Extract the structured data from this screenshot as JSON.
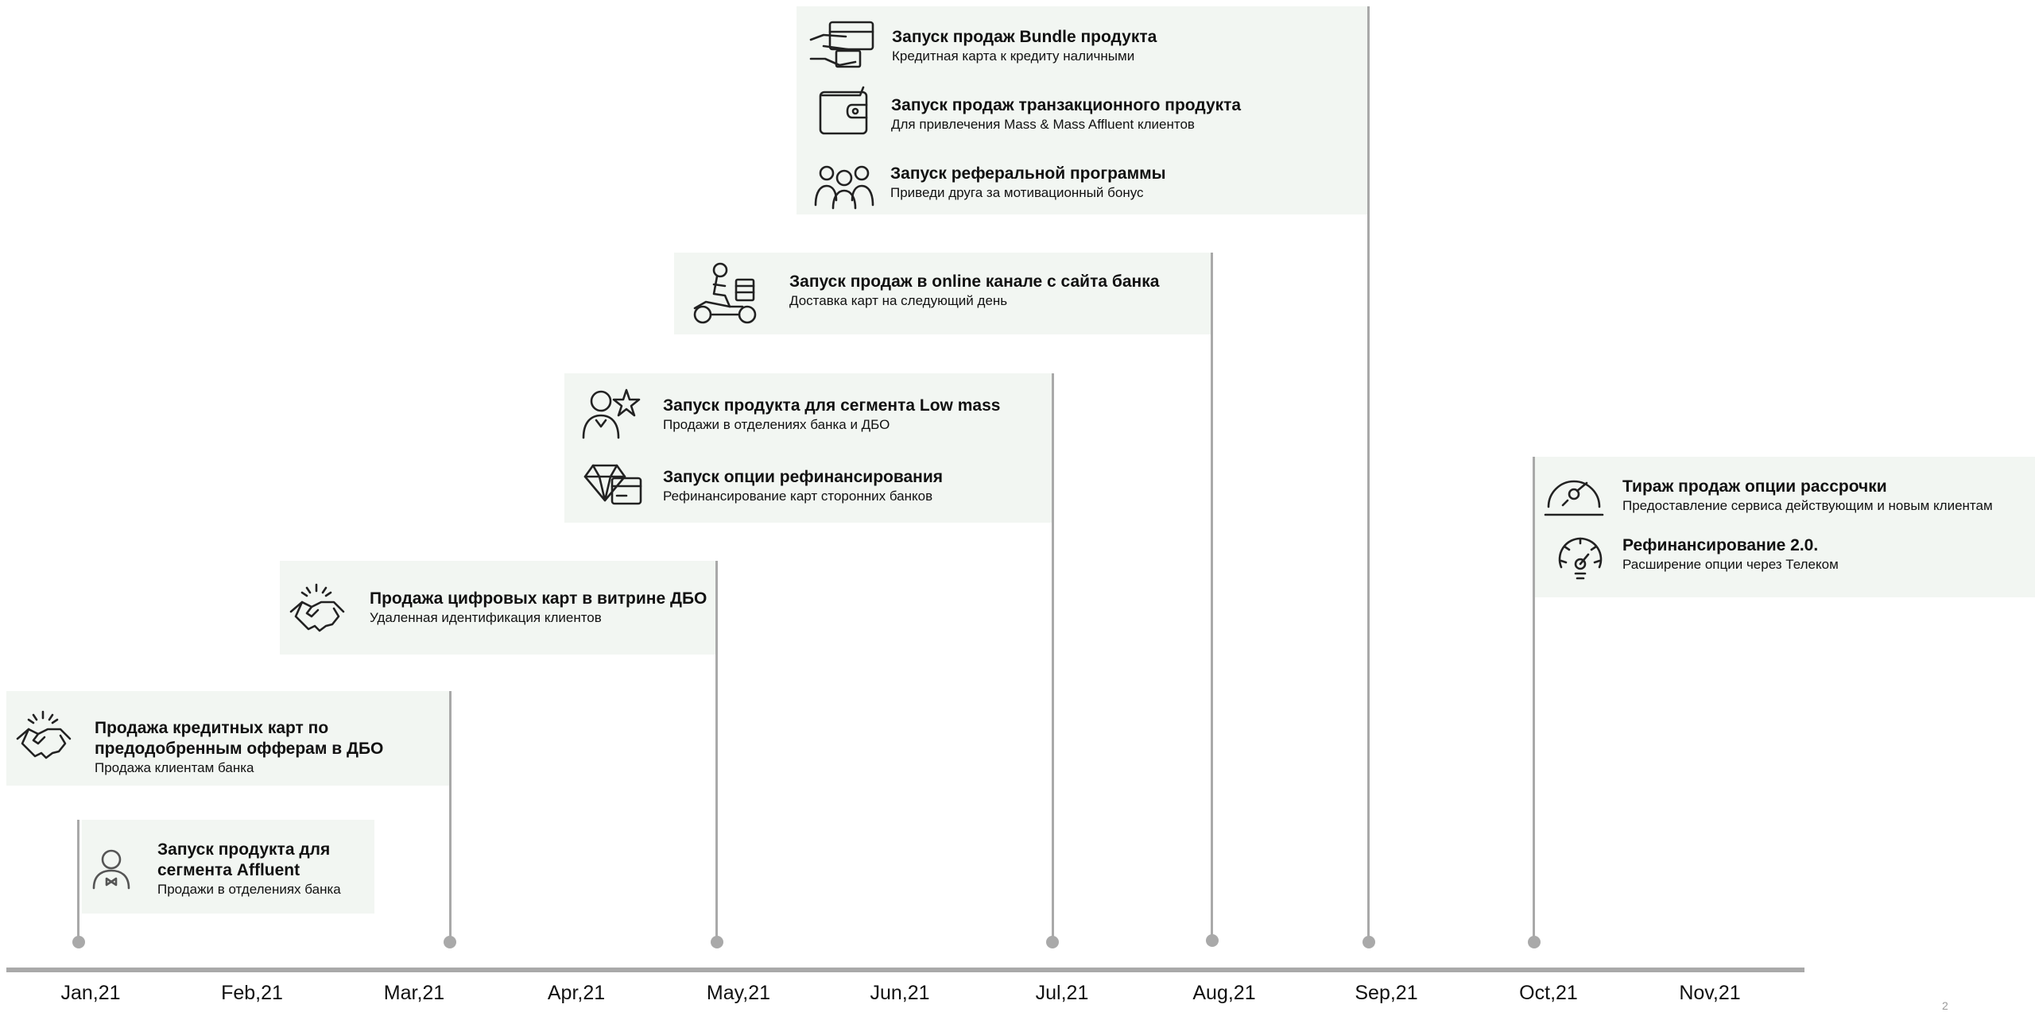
{
  "timeline": {
    "months": [
      "Jan,21",
      "Feb,21",
      "Mar,21",
      "Apr,21",
      "May,21",
      "Jun,21",
      "Jul,21",
      "Aug,21",
      "Sep,21",
      "Oct,21",
      "Nov,21"
    ]
  },
  "milestones": {
    "m1": {
      "icon": "person-bowtie-icon",
      "title1": "Запуск продукта для",
      "title2": "сегмента Affluent",
      "sub": "Продажи в отделениях банка"
    },
    "m2": {
      "icon": "handshake-icon",
      "title1": "Продажа кредитных карт по",
      "title2": "предодобренным офферам в ДБО",
      "sub": "Продажа клиентам банка"
    },
    "m3": {
      "icon": "handshake-icon",
      "title": "Продажа цифровых карт в витрине ДБО",
      "sub": "Удаленная идентификация клиентов"
    },
    "m4a": {
      "icon": "person-star-icon",
      "title": "Запуск продукта для сегмента Low mass",
      "sub": "Продажи в отделениях банка и ДБО"
    },
    "m4b": {
      "icon": "diamond-card-icon",
      "title": "Запуск опции рефинансирования",
      "sub": "Рефинансирование карт сторонних банков"
    },
    "m5": {
      "icon": "delivery-scooter-icon",
      "title": "Запуск продаж в online канале с сайта банка",
      "sub": "Доставка карт на следующий день"
    },
    "m6a": {
      "icon": "hand-card-icon",
      "title": "Запуск продаж Bundle продукта",
      "sub": "Кредитная карта к кредиту наличными"
    },
    "m6b": {
      "icon": "wallet-icon",
      "title": "Запуск продаж транзакционного продукта",
      "sub": "Для привлечения Mass & Mass Affluent клиентов"
    },
    "m6c": {
      "icon": "people-group-icon",
      "title": "Запуск реферальной программы",
      "sub": "Приведи друга за мотивационный бонус"
    },
    "m7a": {
      "icon": "speedometer-icon",
      "title": "Тираж продаж опции рассрочки",
      "sub": "Предоставление сервиса действующим и новым клиентам"
    },
    "m7b": {
      "icon": "gauge-bulb-icon",
      "title": "Рефинансирование 2.0.",
      "sub": "Расширение опции  через Телеком"
    }
  },
  "page_number": "2"
}
